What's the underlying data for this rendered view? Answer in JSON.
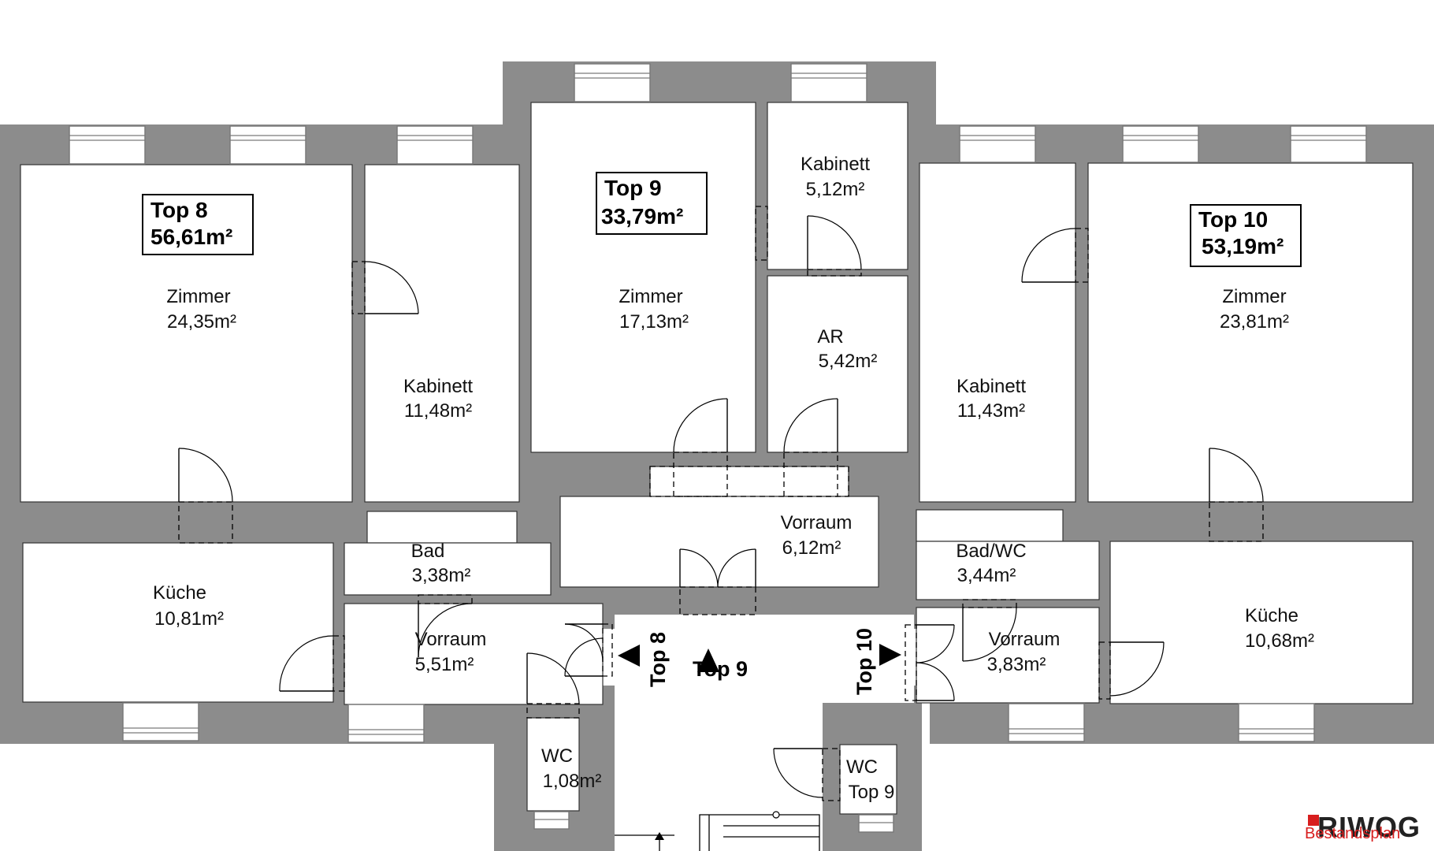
{
  "units": [
    {
      "id": "top8",
      "label": "Top 8",
      "area": "56,61m²"
    },
    {
      "id": "top9",
      "label": "Top 9",
      "area": "33,79m²"
    },
    {
      "id": "top10",
      "label": "Top 10",
      "area": "53,19m²"
    }
  ],
  "rooms": [
    {
      "name": "Zimmer",
      "area": "24,35m²"
    },
    {
      "name": "Kabinett",
      "area": "11,48m²"
    },
    {
      "name": "Zimmer",
      "area": "17,13m²"
    },
    {
      "name": "Kabinett",
      "area": "5,12m²"
    },
    {
      "name": "AR",
      "area": "5,42m²"
    },
    {
      "name": "Kabinett",
      "area": "11,43m²"
    },
    {
      "name": "Zimmer",
      "area": "23,81m²"
    },
    {
      "name": "Küche",
      "area": "10,81m²"
    },
    {
      "name": "Bad",
      "area": "3,38m²"
    },
    {
      "name": "Vorraum",
      "area": "5,51m²"
    },
    {
      "name": "Vorraum",
      "area": "6,12m²"
    },
    {
      "name": "Bad/WC",
      "area": "3,44m²"
    },
    {
      "name": "Vorraum",
      "area": "3,83m²"
    },
    {
      "name": "Küche",
      "area": "10,68m²"
    },
    {
      "name": "WC",
      "area": "1,08m²"
    },
    {
      "name": "WC",
      "area": "Top 9"
    }
  ],
  "corridor_labels": {
    "top8": "Top 8",
    "top9": "Top 9",
    "top10": "Top 10"
  },
  "brand": {
    "logo_text": "RIWOG",
    "plan_status": "Bestandsplan"
  },
  "colors": {
    "wall": "#8c8c8c",
    "status": "#d81e1e"
  }
}
